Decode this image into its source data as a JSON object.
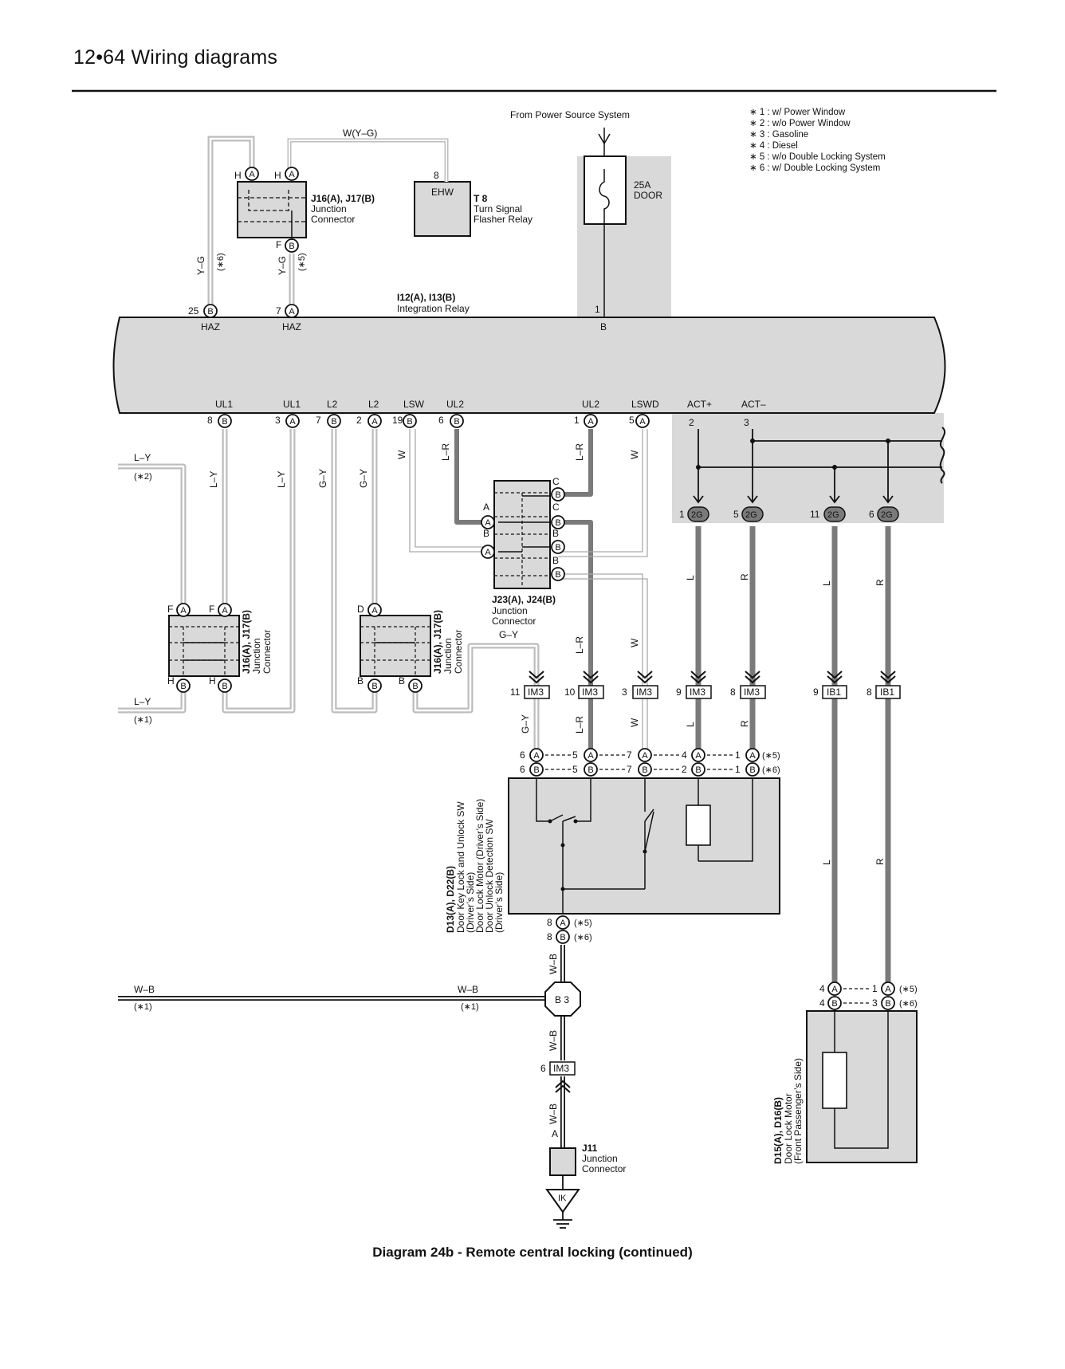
{
  "header": "12•64  Wiring diagrams",
  "caption": "Diagram 24b - Remote central locking (continued)",
  "legend": [
    "∗ 1 : w/ Power Window",
    "∗ 2 : w/o Power Window",
    "∗ 3 : Gasoline",
    "∗ 4 : Diesel",
    "∗ 5 : w/o Double Locking System",
    "∗ 6 : w/ Double Locking System"
  ],
  "power_source": {
    "label": "From Power Source System",
    "fuse": [
      "25A",
      "DOOR"
    ],
    "pin": "1",
    "terminal": "B"
  },
  "relay": {
    "id": "I12(A), I13(B)",
    "name": "Integration Relay"
  },
  "flasher": {
    "id": "T 8",
    "name": [
      "Turn Signal",
      "Flasher Relay"
    ],
    "terminal": "EHW",
    "pin": "8",
    "wire": "W(Y–G)"
  },
  "top_connector": {
    "id": "J16(A), J17(B)",
    "name": [
      "Junction",
      "Connector"
    ],
    "pins": [
      "H",
      "H",
      "F"
    ],
    "wires": [
      "Y–G",
      "(∗6)",
      "Y–G",
      "(∗5)"
    ],
    "relay_pins": [
      "25",
      "7"
    ],
    "relay_terms": [
      "HAZ",
      "HAZ"
    ]
  },
  "relay_bottom": {
    "terms": [
      "UL1",
      "UL1",
      "L2",
      "L2",
      "LSW",
      "UL2",
      "UL2",
      "LSWD",
      "ACT+",
      "ACT–"
    ],
    "pins": [
      "8",
      "3",
      "7",
      "2",
      "19",
      "6",
      "1",
      "5",
      "2",
      "3"
    ],
    "conn": [
      "B",
      "A",
      "B",
      "A",
      "B",
      "B",
      "A",
      "A"
    ]
  },
  "wires_mid": [
    "L–Y",
    "(∗2)",
    "L–Y",
    "L–Y",
    "G–Y",
    "G–Y",
    "W",
    "L–R",
    "L–R",
    "W",
    "L–Y",
    "(∗1)",
    "G–Y",
    "L–R",
    "W"
  ],
  "left_connector": {
    "id": "J16(A), J17(B)",
    "name": [
      "Junction",
      "Connector"
    ],
    "pins": [
      "F",
      "F",
      "H",
      "H"
    ]
  },
  "mid_connector": {
    "id": "J16(A), J17(B)",
    "name": [
      "Junction",
      "Connector"
    ],
    "pins": [
      "D",
      "B",
      "B"
    ]
  },
  "j23": {
    "id": "J23(A), J24(B)",
    "name": [
      "Junction",
      "Connector"
    ],
    "pins": [
      "A",
      "B",
      "C",
      "C",
      "B",
      "B"
    ]
  },
  "conn_2g": [
    "1",
    "5",
    "11",
    "6"
  ],
  "conn_2g_label": "2G",
  "wires_lr": [
    "L",
    "R",
    "L",
    "R"
  ],
  "im3": {
    "label": "IM3",
    "pins": [
      "11",
      "10",
      "3",
      "9",
      "8"
    ]
  },
  "ib1": {
    "label": "IB1",
    "pins": [
      "9",
      "8"
    ]
  },
  "wires_low": [
    "G–Y",
    "L–R",
    "W",
    "L",
    "R"
  ],
  "door_switch": {
    "lines": [
      "D13(A), D22(B)",
      "Door Key Lock and Unlock SW",
      "(Driver’s Side)",
      "Door Lock Motor (Driver’s Side)",
      "Door Unlock Detection SW",
      "(Driver’s Side)"
    ],
    "pins_a": [
      "6",
      "5",
      "7",
      "4",
      "1",
      "(∗5)"
    ],
    "pins_b": [
      "6",
      "5",
      "7",
      "2",
      "1",
      "(∗6)"
    ],
    "bottom_pins": [
      "8",
      "(∗5)",
      "8",
      "(∗6)"
    ]
  },
  "ground_line": {
    "wire": "W–B",
    "note": "(∗1)",
    "splice": "B 3",
    "im3_pin": "6",
    "im3_label": "IM3"
  },
  "j11": {
    "id": "J11",
    "name": [
      "Junction",
      "Connector"
    ],
    "pin": "A",
    "ground": "IK"
  },
  "passenger_motor": {
    "lines": [
      "D15(A), D16(B)",
      "Door Lock Motor",
      "(Front Passenger’s Side)"
    ],
    "pins_a": [
      "4",
      "1",
      "(∗5)"
    ],
    "pins_b": [
      "4",
      "3",
      "(∗6)"
    ]
  },
  "pin_letters": {
    "A": "A",
    "B": "B",
    "C": "C"
  },
  "colors": {
    "grey_box": "#d9d9d9",
    "wire_dark": "#7a7a7a",
    "wire_light": "#bdbdbd"
  }
}
